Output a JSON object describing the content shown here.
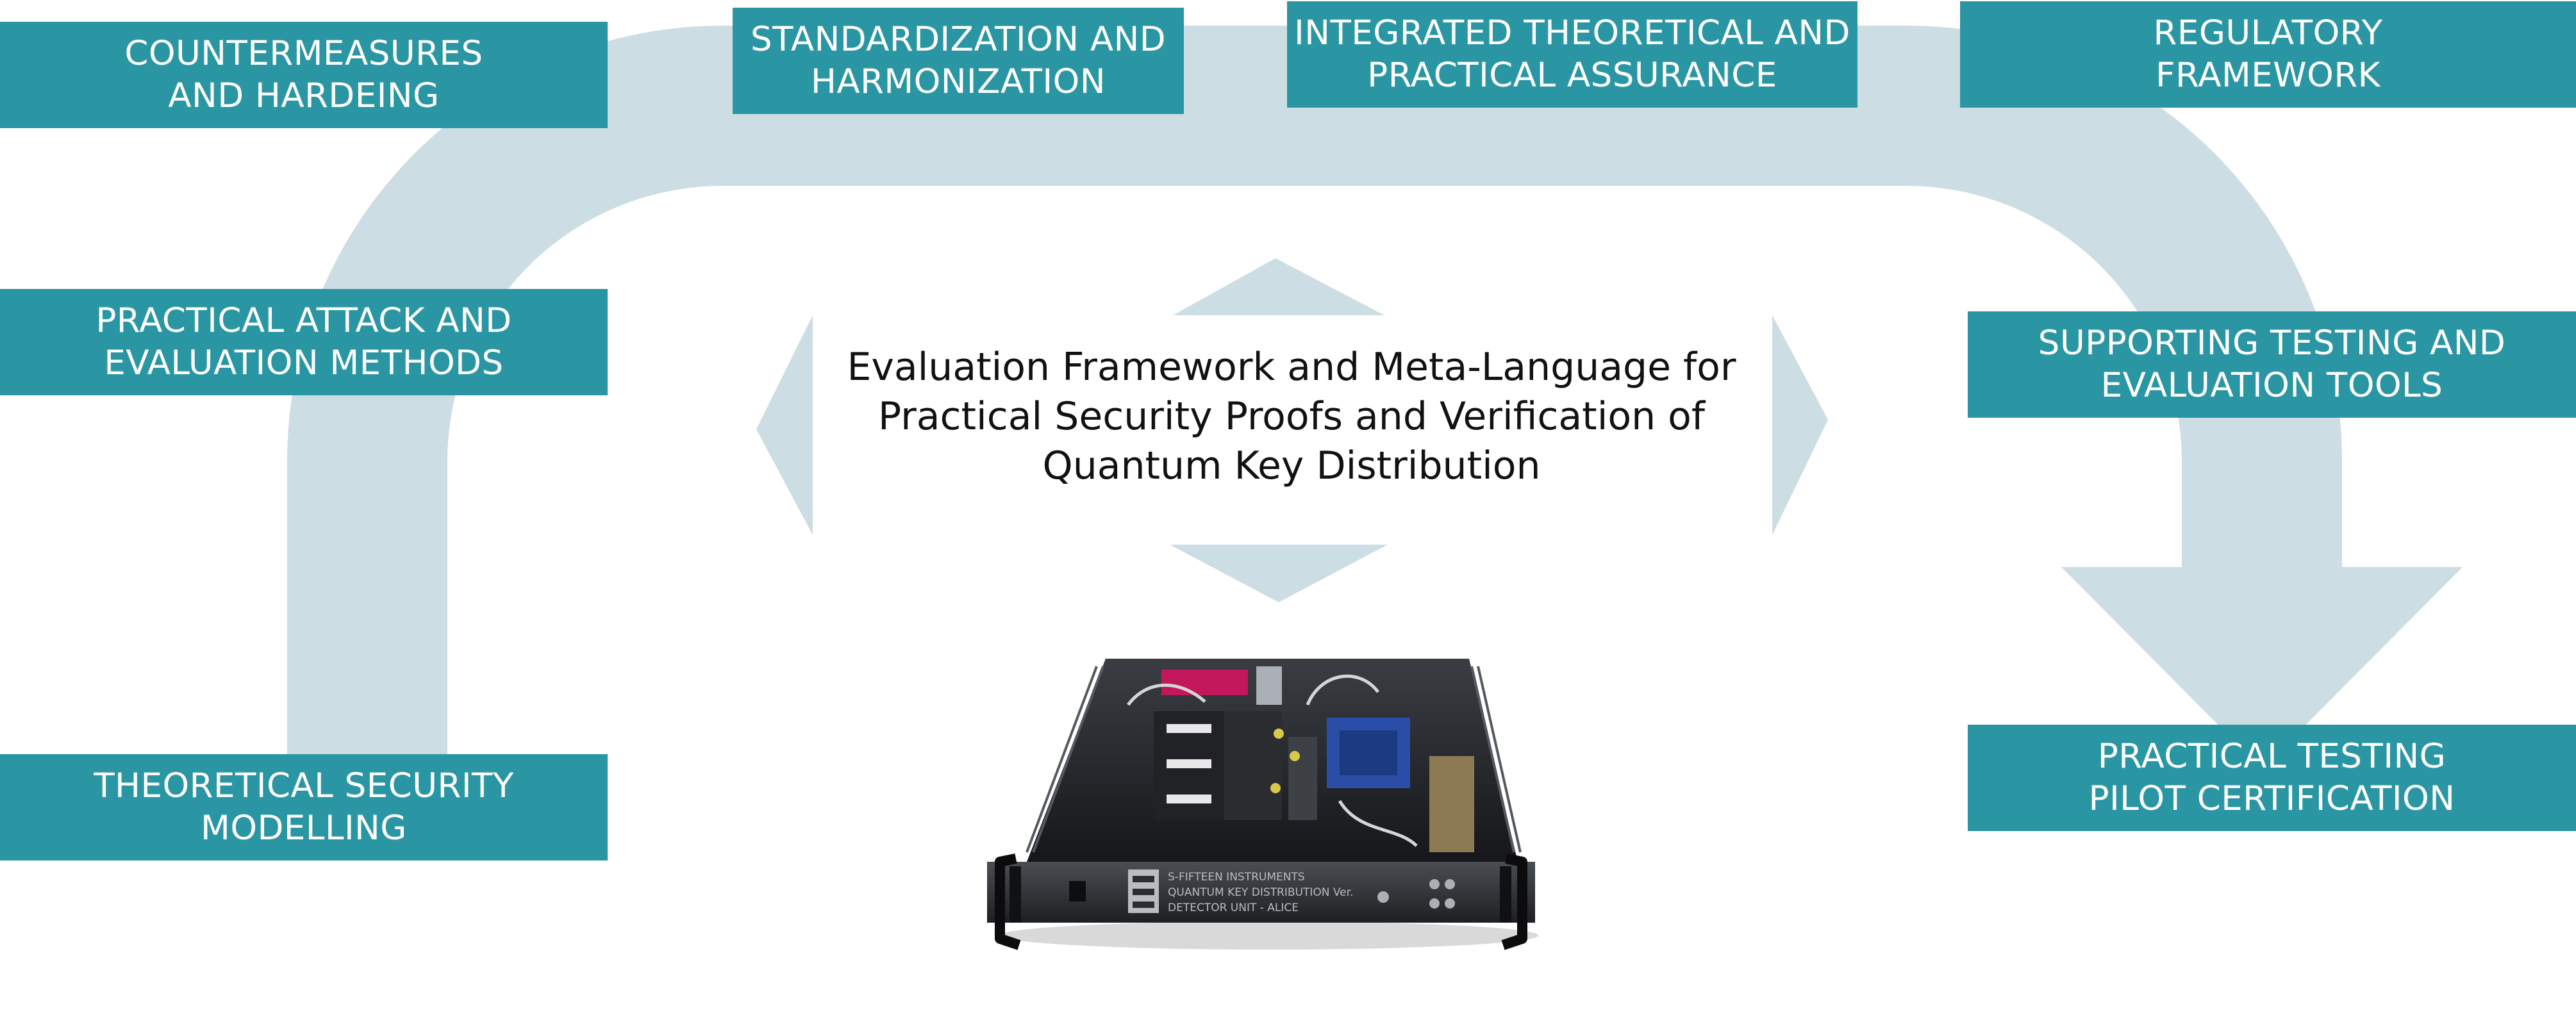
{
  "colors": {
    "box_fill": "#2a96a3",
    "box_text": "#ffffff",
    "arrow_band": "#cddde4",
    "center_text": "#111111"
  },
  "boxes": {
    "countermeasures": {
      "line1": "COUNTERMEASURES",
      "line2": "AND HARDEING"
    },
    "standardization": {
      "line1": "STANDARDIZATION AND",
      "line2": "HARMONIZATION"
    },
    "integrated": {
      "line1": "INTEGRATED THEORETICAL AND",
      "line2": "PRACTICAL ASSURANCE"
    },
    "regulatory": {
      "line1": "REGULATORY",
      "line2": "FRAMEWORK"
    },
    "practical_attack": {
      "line1": "PRACTICAL ATTACK AND",
      "line2": "EVALUATION METHODS"
    },
    "supporting": {
      "line1": "SUPPORTING TESTING AND",
      "line2": "EVALUATION TOOLS"
    },
    "theoretical": {
      "line1": "THEORETICAL SECURITY",
      "line2": "MODELLING"
    },
    "practical_testing": {
      "line1": "PRACTICAL TESTING",
      "line2": "PILOT CERTIFICATION"
    }
  },
  "center": {
    "line1": "Evaluation Framework and Meta-Language for",
    "line2": "Practical Security Proofs and Verification of",
    "line3": "Quantum Key Distribution"
  },
  "device": {
    "icon": "qkd-device-image",
    "front_text": {
      "line1": "S-FIFTEEN INSTRUMENTS",
      "line2": "QUANTUM KEY DISTRIBUTION Ver.",
      "line3": "DETECTOR UNIT - ALICE"
    }
  }
}
